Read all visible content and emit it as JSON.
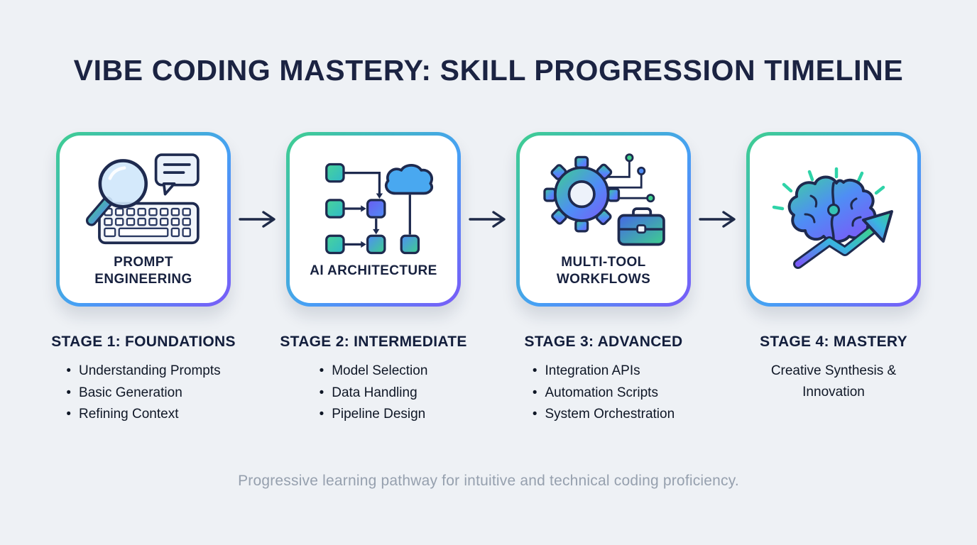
{
  "page": {
    "title": "VIBE CODING MASTERY: SKILL PROGRESSION TIMELINE",
    "footer": "Progressive learning pathway for intuitive and technical coding proficiency."
  },
  "colors": {
    "background": "#eef1f5",
    "navy": "#1e2a4f",
    "accent_green": "#3ecf8e",
    "accent_blue": "#4f8df5",
    "accent_purple": "#7a5af8",
    "muted_text": "#96a0ae"
  },
  "arrow_icon": "arrow-right-icon",
  "stages": [
    {
      "card_label": "PROMPT ENGINEERING",
      "icon": "magnifier-keyboard-chat-icon",
      "heading": "STAGE 1: FOUNDATIONS",
      "bullets": [
        "Understanding Prompts",
        "Basic Generation",
        "Refining Context"
      ]
    },
    {
      "card_label": "AI ARCHITECTURE",
      "icon": "flowchart-cloud-icon",
      "heading": "STAGE 2: INTERMEDIATE",
      "bullets": [
        "Model Selection",
        "Data Handling",
        "Pipeline Design"
      ]
    },
    {
      "card_label": "MULTI-TOOL WORKFLOWS",
      "icon": "gear-circuit-briefcase-icon",
      "heading": "STAGE 3: ADVANCED",
      "bullets": [
        "Integration APIs",
        "Automation Scripts",
        "System Orchestration"
      ]
    },
    {
      "card_label": "",
      "icon": "brain-growth-arrow-icon",
      "heading": "STAGE 4: MASTERY",
      "description": "Creative Synthesis & Innovation"
    }
  ]
}
